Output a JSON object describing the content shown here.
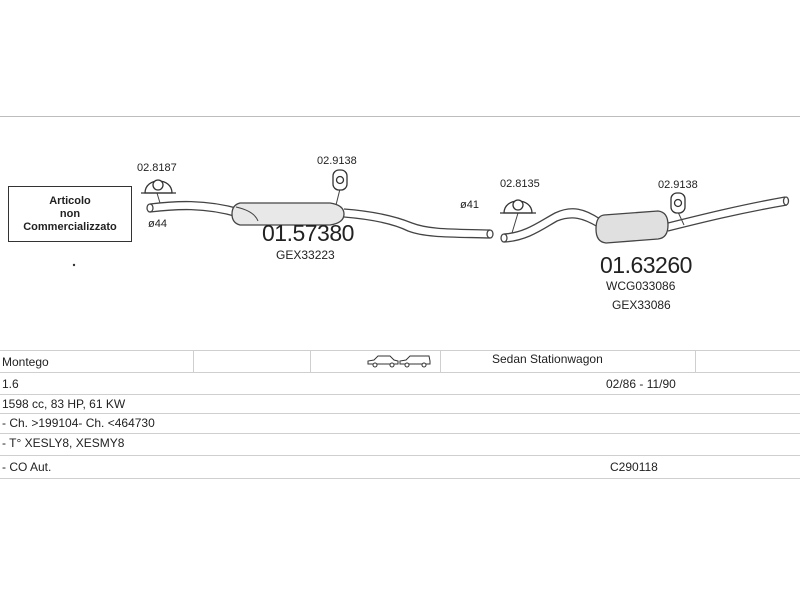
{
  "diagram": {
    "notice_lines": [
      "Articolo",
      "non",
      "Commercializzato"
    ],
    "diam_1": "ø44",
    "diam_2": "ø41",
    "fittings": [
      {
        "code": "02.8187",
        "icon": "clamp-icon"
      },
      {
        "code": "02.9138",
        "icon": "rubber-mount-icon"
      },
      {
        "code": "02.8135",
        "icon": "clamp-icon"
      },
      {
        "code": "02.9138",
        "icon": "rubber-mount-icon"
      }
    ],
    "parts": [
      {
        "number": "01.57380",
        "refs": [
          "GEX33223"
        ]
      },
      {
        "number": "01.63260",
        "refs": [
          "WCG033086",
          "GEX33086"
        ]
      }
    ]
  },
  "vehicle": {
    "model": "Montego",
    "body_icons": [
      "sedan-icon",
      "stationwagon-icon"
    ],
    "body_types": "Sedan  Stationwagon",
    "engine": "1.6",
    "period": "02/86 - 11/90",
    "spec": "1598 cc, 83 HP, 61 KW",
    "chassis": "- Ch. >199104- Ch. <464730",
    "engine_codes": "- T° XESLY8, XESMY8",
    "emission": "- CO Aut.",
    "catalogue_code": "C290118"
  }
}
